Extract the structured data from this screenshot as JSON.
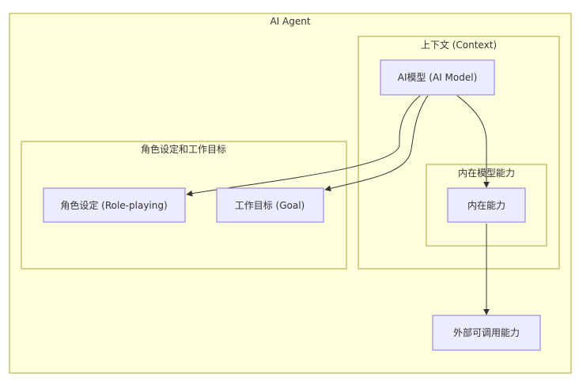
{
  "clusters": {
    "agent": {
      "label": "AI Agent"
    },
    "context": {
      "label": "上下文 (Context)"
    },
    "inner": {
      "label": "内在模型能力"
    },
    "role_goal": {
      "label": "角色设定和工作目标"
    }
  },
  "nodes": {
    "ai_model": {
      "label": "AI模型 (AI Model)"
    },
    "role": {
      "label": "角色设定 (Role-playing)"
    },
    "goal": {
      "label": "工作目标 (Goal)"
    },
    "inner_ability": {
      "label": "内在能力"
    },
    "external_ability": {
      "label": "外部可调用能力"
    }
  },
  "colors": {
    "cluster_fill": "#ffffde",
    "cluster_stroke": "#aaaa33",
    "node_fill": "#ececff",
    "node_stroke": "#9370db",
    "edge": "#333333"
  }
}
